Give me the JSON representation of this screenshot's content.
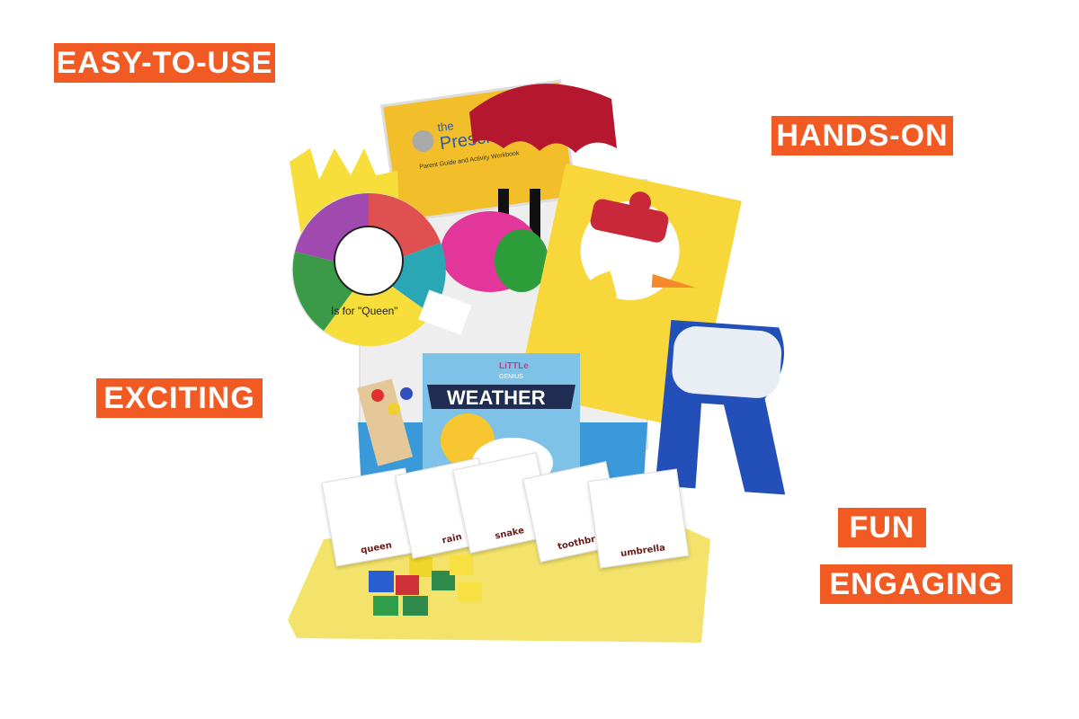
{
  "labels": {
    "easy": "EASY-TO-USE",
    "hands_on": "HANDS-ON",
    "exciting": "EXCITING",
    "fun": "FUN",
    "engaging": "ENGAGING"
  },
  "workbook": {
    "brand_the": "the",
    "brand_name": "Preschool",
    "subtitle": "Parent Guide and Activity Workbook"
  },
  "queen_wheel": {
    "caption": "Is for \"Queen\""
  },
  "book": {
    "publisher_top": "LiTTLe",
    "publisher_bottom": "GENIUS",
    "title": "WEATHER"
  },
  "cards": [
    "queen",
    "rain",
    "snake",
    "toothbru",
    "umbrella"
  ],
  "colors": {
    "accent": "#F15A22",
    "mat": "#F3E36A",
    "box": "#3A9AD9"
  }
}
